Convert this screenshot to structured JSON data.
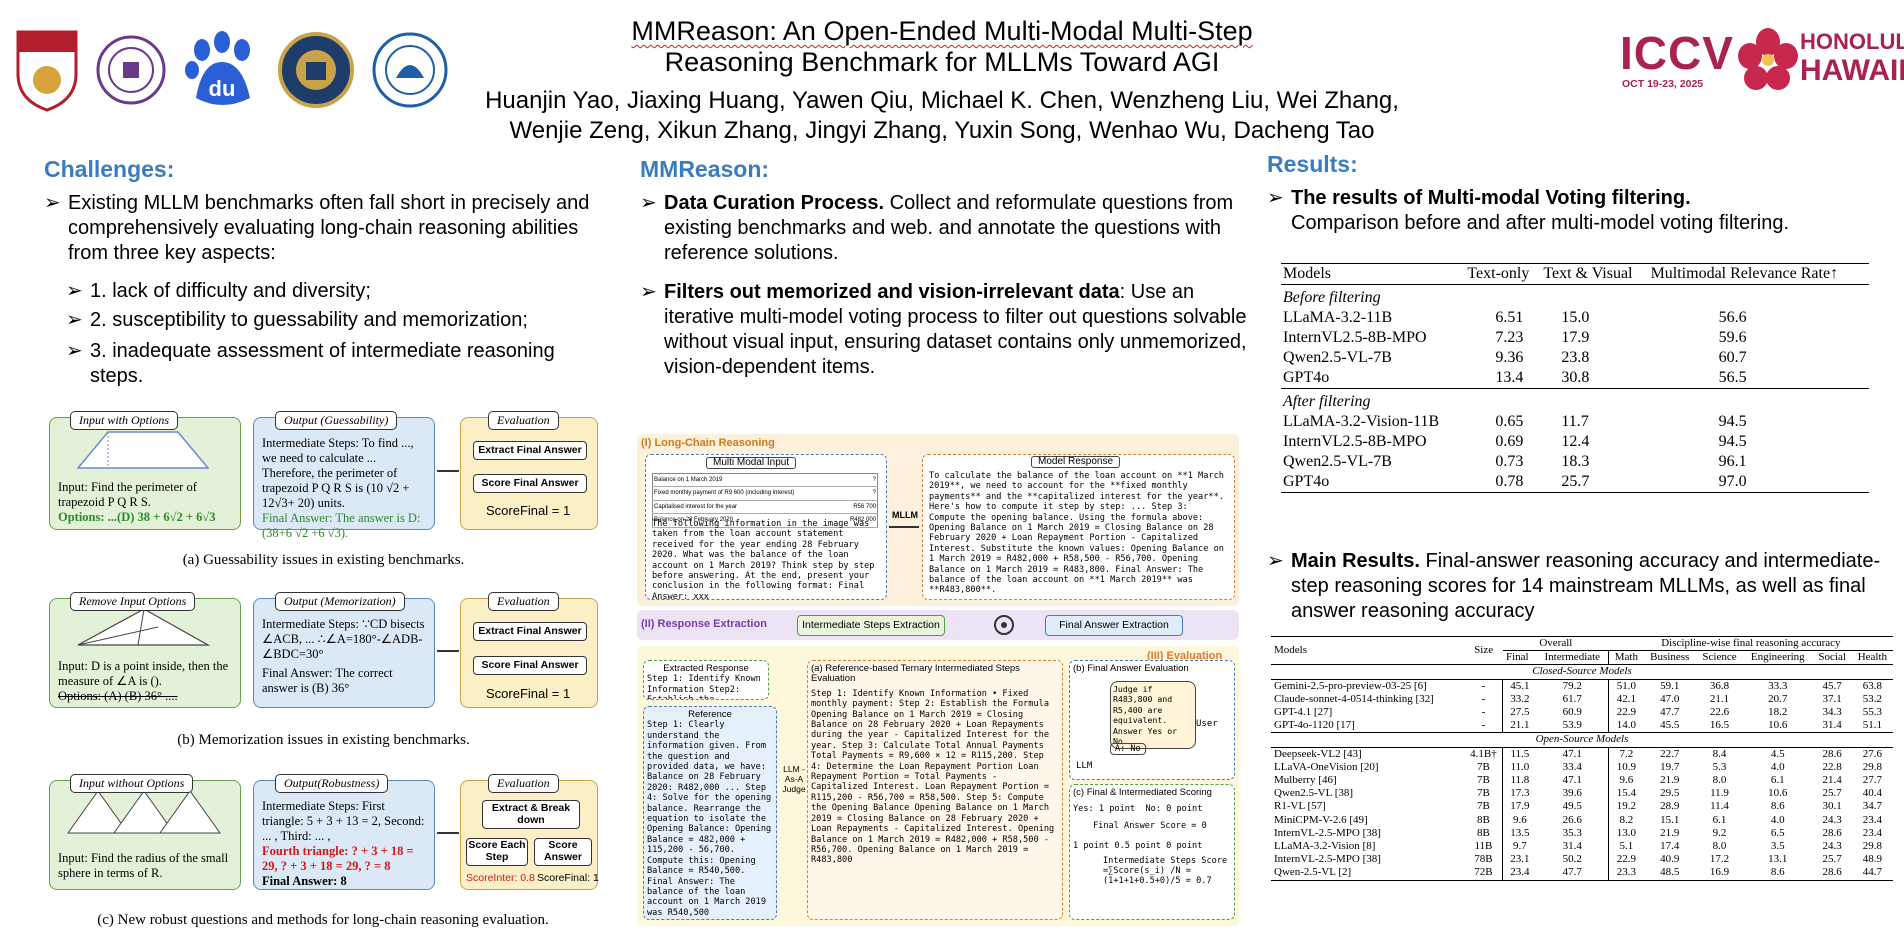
{
  "header": {
    "title_line1": "MMReason: An Open-Ended Multi-Modal Multi-Step",
    "title_line2": "Reasoning Benchmark for MLLMs Toward AGI",
    "authors_line1": "Huanjin Yao, Jiaxing Huang, Yawen Qiu, Michael K. Chen, Wenzheng Liu, Wei Zhang,",
    "authors_line2": "Wenjie Zeng, Xikun Zhang, Jingyi Zhang, Yuxin Song, Wenhao Wu, Dacheng Tao",
    "conf_logo_text": "ICCV",
    "conf_date": "OCT 19-23, 2025",
    "conf_place1": "HONOLULU",
    "conf_place2": "HAWAII",
    "logo_du": "du",
    "accent": "#3a7cc0",
    "conf_color": "#a8234f"
  },
  "challenges": {
    "heading": "Challenges:",
    "b1": "Existing MLLM benchmarks often fall short in precisely and comprehensively evaluating long-chain reasoning abilities from three key aspects:",
    "s1": "1. lack of difficulty and diversity;",
    "s2": "2. susceptibility to guessability and memorization;",
    "s3": "3. inadequate assessment of intermediate reasoning steps.",
    "figA": {
      "tag_in": "Input with Options",
      "tag_out": "Output (Guessability)",
      "tag_eval": "Evaluation",
      "input_text": "Input: Find the perimeter of trapezoid P Q R S.",
      "options": "Options: ...(D) 38 + 6√2 + 6√3",
      "out1": "Intermediate Steps: To find ..., we need to calculate ... Therefore, the perimeter of trapezoid P Q R S is (10 √2 + 12√3+ 20) units.",
      "out2": "Final Answer: The answer is D: (38+6 √2 +6 √3).",
      "btn1": "Extract Final Answer",
      "btn2": "Score Final Answer",
      "score": "ScoreFinal = 1",
      "caption": "(a) Guessability issues in existing benchmarks."
    },
    "figB": {
      "tag_in": "Remove Input Options",
      "tag_out": "Output (Memorization)",
      "tag_eval": "Evaluation",
      "input_text": "Input: D is a point inside, then the measure of ∠A is ().",
      "options": "Options: (A) (B) 36° ....",
      "out1": "Intermediate Steps: ∵CD bisects ∠ACB, ... ∴∠A=180°-∠ADB-∠BDC=30°",
      "out2": "Final Answer: The correct answer is (B) 36°",
      "btn1": "Extract Final Answer",
      "btn2": "Score Final Answer",
      "score": "ScoreFinal = 1",
      "caption": "(b) Memorization issues in existing benchmarks."
    },
    "figC": {
      "tag_in": "Input without Options",
      "tag_out": "Output(Robustness)",
      "tag_eval": "Evaluation",
      "input_text": "Input: Find the radius of the small sphere in terms of R.",
      "out1": "Intermediate Steps: First triangle: 5 + 3 + 13 = 2, Second: ... , Third: ... ,",
      "out2": "Fourth triangle: ? + 3 + 18 = 29, ? + 3 + 18 = 29, ? = 8",
      "out3": "Final Answer: 8",
      "btn1": "Extract & Break down",
      "btn2": "Score Each Step",
      "btn3": "Score Answer",
      "score1": "ScoreInter: 0.8",
      "score2": "ScoreFinal: 1",
      "caption": "(c) New robust questions and methods for long-chain reasoning evaluation."
    }
  },
  "mmreason": {
    "heading": "MMReason:",
    "b1_bold": "Data Curation Process.",
    "b1_text": " Collect and reformulate questions from existing benchmarks and web. and annotate the questions with reference solutions.",
    "b2_bold": "Filters out memorized and vision-irrelevant data",
    "b2_text": ": Use an iterative multi-model voting process to filter out questions solvable without visual input, ensuring dataset contains only unmemorized, vision-dependent items.",
    "diagram": {
      "sec1": "(I) Long-Chain Reasoning",
      "mm_input": "Multi Modal Input",
      "table_rows": [
        "Balance on 1 March 2019",
        "Fixed monthly payment of R9 600 (including interest)",
        "Capitalised interest for the year",
        "Balance on 28 February 2020"
      ],
      "table_vals": [
        "?",
        "?",
        "R56 700",
        "R482 000"
      ],
      "question": "The following information in the image was taken from the loan account statement received for the year ending 28 February 2020. What was the balance of the loan account on 1 March 2019? Think step by step before answering. At the end, present your conclusion in the following format: Final Answer: xxx",
      "mllm": "MLLM",
      "model_response": "Model Response",
      "response_text": "To calculate the balance of the loan account on **1 March 2019**, we need to account for the **fixed monthly payments** and the **capitalized interest for the year**. Here's how to compute it step by step: ... Step 3: Compute the opening balance. Using the formula above: Opening Balance on 1 March 2019 = Closing Balance on 28 February 2020 + Loan Repayment Portion - Capitalized Interest. Substitute the known values: Opening Balance on 1 March 2019 = R482,000 + R58,500 - R56,700. Opening Balance on 1 March 2019 = R483,800. Final Answer: The balance of the loan account on **1 March 2019** was **R483,800**.",
      "sec2": "(II) Response Extraction",
      "ise": "Intermediate Steps Extraction",
      "fae": "Final Answer Extraction",
      "sec3": "(III) Evaluation",
      "extracted": "Extracted Response",
      "extracted_text": "Step 1: Identify Known Information Step2: Establish the Formula...",
      "reference": "Reference",
      "reference_text": "Step 1: Clearly understand the information given. From the question and provided data, we have: Balance on 28 February 2020: R482,000 ... Step 4: Solve for the opening balance. Rearrange the equation to isolate the Opening Balance: Opening Balance = 482,000 + 115,200 - 56,700. Compute this: Opening Balance = R540,500. Final Answer: The balance of the loan account on 1 March 2019 was R540,500",
      "judge": "LLM -As-A Judge",
      "ref_eval": "(a) Reference-based Ternary Intermediated Steps Evaluation",
      "ref_eval_text": "Step 1: Identify Known Information • Fixed monthly payment: Step 2: Establish the Formula Opening Balance on 1 March 2019 = Closing Balance on 28 February 2020 + Loan Repayments during the year - Capitalized Interest for the year. Step 3: Calculate Total Annual Payments Total Payments = R9,600 × 12 = R115,200. Step 4: Determine the Loan Repayment Portion Loan Repayment Portion = Total Payments - Capitalized Interest. Loan Repayment Portion = R115,200 - R56,700 = R58,500. Step 5: Compute the Opening Balance Opening Balance on 1 March 2019 = Closing Balance on 28 February 2020 + Loan Repayments - Capitalized Interest. Opening Balance on 1 March 2019 = R482,000 + R58,500 - R56,700. Opening Balance on 1 March 2019 = R483,800",
      "fae_eval": "(b) Final Answer Evaluation",
      "judge_q": "Judge if R483,800 and R5,400 are equivalent. Answer Yes or No.",
      "user": "User",
      "llm": "LLM",
      "a_no": "A: No",
      "final_scoring": "(c) Final & Intermediated Scoring",
      "yes1": "Yes: 1 point",
      "no0": "No: 0 point",
      "fas": "Final Answer Score = 0",
      "pts": "1 point  0.5 point  0 point",
      "iss": "Intermediate Steps Score",
      "formula": "=∑Score(s_i) /N =(1+1+1+0.5+0)/5 = 0.7"
    }
  },
  "results": {
    "heading": "Results:",
    "b1_bold": "The results of Multi-modal Voting filtering.",
    "b1_text": "Comparison before and after multi-model voting filtering.",
    "table1": {
      "headers": [
        "Models",
        "Text-only",
        "Text & Visual",
        "Multimodal Relevance Rate↑"
      ],
      "group1": "Before filtering",
      "rows1": [
        [
          "LLaMA-3.2-11B",
          "6.51",
          "15.0",
          "56.6"
        ],
        [
          "InternVL2.5-8B-MPO",
          "7.23",
          "17.9",
          "59.6"
        ],
        [
          "Qwen2.5-VL-7B",
          "9.36",
          "23.8",
          "60.7"
        ],
        [
          "GPT4o",
          "13.4",
          "30.8",
          "56.5"
        ]
      ],
      "group2": "After filtering",
      "rows2": [
        [
          "LLaMA-3.2-Vision-11B",
          "0.65",
          "11.7",
          "94.5"
        ],
        [
          "InternVL2.5-8B-MPO",
          "0.69",
          "12.4",
          "94.5"
        ],
        [
          "Qwen2.5-VL-7B",
          "0.73",
          "18.3",
          "96.1"
        ],
        [
          "GPT4o",
          "0.78",
          "25.7",
          "97.0"
        ]
      ]
    },
    "b2_bold": "Main Results.",
    "b2_text": " Final-answer reasoning accuracy and intermediate-step reasoning scores for 14 mainstream MLLMs, as well as final answer reasoning accuracy",
    "table2": {
      "h_models": "Models",
      "h_size": "Size",
      "h_overall": "Overall",
      "h_disc": "Discipline-wise final reasoning accuracy",
      "sub": [
        "Final",
        "Intermediate",
        "Math",
        "Business",
        "Science",
        "Engineering",
        "Social",
        "Health"
      ],
      "closed_label": "Closed-Source Models",
      "closed": [
        [
          "Gemini-2.5-pro-preview-03-25 [6]",
          "-",
          "45.1",
          "79.2",
          "51.0",
          "59.1",
          "36.8",
          "33.3",
          "45.7",
          "63.8"
        ],
        [
          "Claude-sonnet-4-0514-thinking [32]",
          "-",
          "33.2",
          "61.7",
          "42.1",
          "47.0",
          "21.1",
          "20.7",
          "37.1",
          "53.2"
        ],
        [
          "GPT-4.1 [27]",
          "-",
          "27.5",
          "60.9",
          "22.9",
          "47.7",
          "22.6",
          "18.2",
          "34.3",
          "55.3"
        ],
        [
          "GPT-4o-1120 [17]",
          "-",
          "21.1",
          "53.9",
          "14.0",
          "45.5",
          "16.5",
          "10.6",
          "31.4",
          "51.1"
        ]
      ],
      "open_label": "Open-Source Models",
      "open": [
        [
          "Deepseek-VL2 [43]",
          "4.1B†",
          "11.5",
          "47.1",
          "7.2",
          "22.7",
          "8.4",
          "4.5",
          "28.6",
          "27.6"
        ],
        [
          "LLaVA-OneVision [20]",
          "7B",
          "11.0",
          "33.4",
          "10.9",
          "19.7",
          "5.3",
          "4.0",
          "22.8",
          "29.8"
        ],
        [
          "Mulberry [46]",
          "7B",
          "11.8",
          "47.1",
          "9.6",
          "21.9",
          "8.0",
          "6.1",
          "21.4",
          "27.7"
        ],
        [
          "Qwen2.5-VL [38]",
          "7B",
          "17.3",
          "39.6",
          "15.4",
          "29.5",
          "11.9",
          "10.6",
          "25.7",
          "40.4"
        ],
        [
          "R1-VL [57]",
          "7B",
          "17.9",
          "49.5",
          "19.2",
          "28.9",
          "11.4",
          "8.6",
          "30.1",
          "34.7"
        ],
        [
          "MiniCPM-V-2.6 [49]",
          "8B",
          "9.6",
          "26.6",
          "8.2",
          "15.1",
          "6.1",
          "4.0",
          "24.3",
          "23.4"
        ],
        [
          "InternVL-2.5-MPO [38]",
          "8B",
          "13.5",
          "35.3",
          "13.0",
          "21.9",
          "9.2",
          "6.5",
          "28.6",
          "23.4"
        ],
        [
          "LLaMA-3.2-Vision [8]",
          "11B",
          "9.7",
          "31.4",
          "5.1",
          "17.4",
          "8.0",
          "3.5",
          "24.3",
          "29.8"
        ],
        [
          "InternVL-2.5-MPO [38]",
          "78B",
          "23.1",
          "50.2",
          "22.9",
          "40.9",
          "17.2",
          "13.1",
          "25.7",
          "48.9"
        ],
        [
          "Qwen-2.5-VL [2]",
          "72B",
          "23.4",
          "47.7",
          "23.3",
          "48.5",
          "16.9",
          "8.6",
          "28.6",
          "44.7"
        ]
      ]
    }
  }
}
